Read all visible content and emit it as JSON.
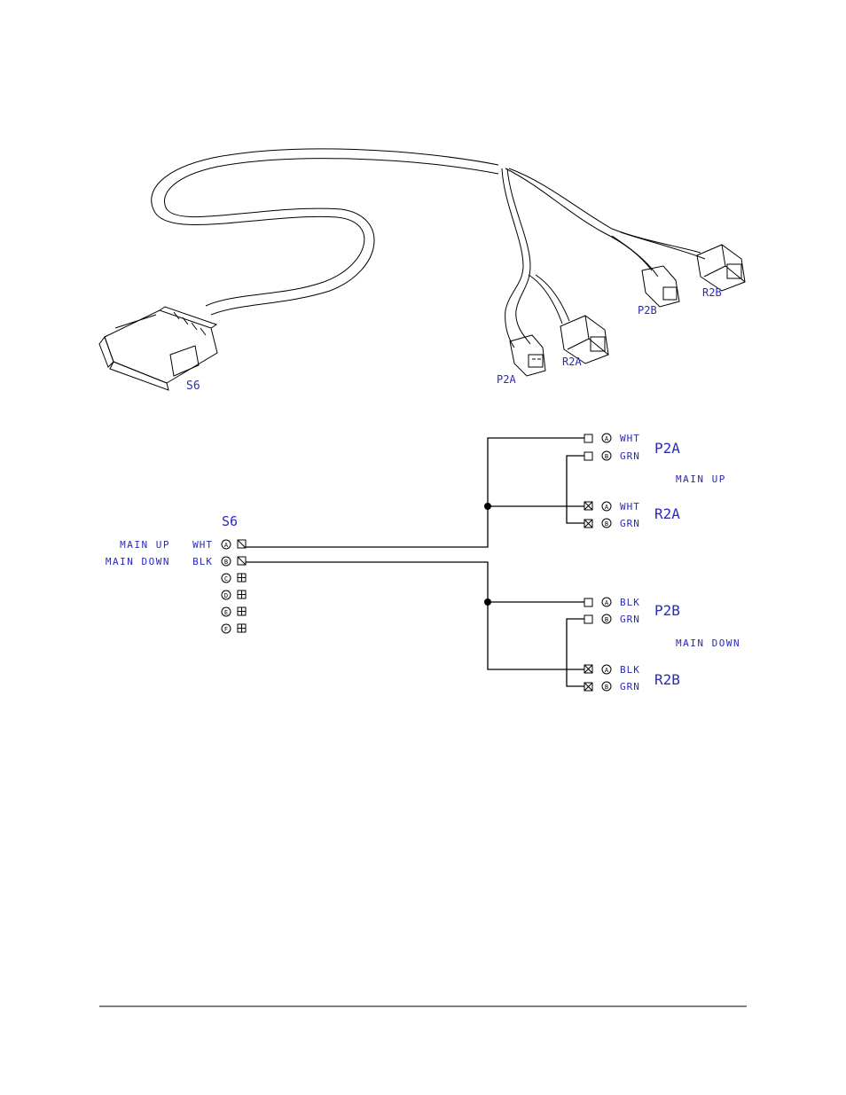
{
  "colors": {
    "label": "#2a2ab8",
    "line": "#000000"
  },
  "illustration": {
    "s6": "S6",
    "p2a": "P2A",
    "r2a": "R2A",
    "p2b": "P2B",
    "r2b": "R2B"
  },
  "schematic": {
    "s6_title": "S6",
    "s6_pins": [
      {
        "func": "MAIN UP",
        "color": "WHT",
        "pin": "A"
      },
      {
        "func": "MAIN DOWN",
        "color": "BLK",
        "pin": "B"
      },
      {
        "func": "",
        "color": "",
        "pin": "C"
      },
      {
        "func": "",
        "color": "",
        "pin": "D"
      },
      {
        "func": "",
        "color": "",
        "pin": "E"
      },
      {
        "func": "",
        "color": "",
        "pin": "F"
      }
    ],
    "connectors": [
      {
        "name": "P2A",
        "pins": [
          {
            "pin": "A",
            "color": "WHT"
          },
          {
            "pin": "B",
            "color": "GRN"
          }
        ]
      },
      {
        "name": "R2A",
        "pins": [
          {
            "pin": "A",
            "color": "WHT"
          },
          {
            "pin": "B",
            "color": "GRN"
          }
        ]
      },
      {
        "name": "P2B",
        "pins": [
          {
            "pin": "A",
            "color": "BLK"
          },
          {
            "pin": "B",
            "color": "GRN"
          }
        ]
      },
      {
        "name": "R2B",
        "pins": [
          {
            "pin": "A",
            "color": "BLK"
          },
          {
            "pin": "B",
            "color": "GRN"
          }
        ]
      }
    ],
    "group_labels": {
      "up": "MAIN UP",
      "down": "MAIN DOWN"
    }
  }
}
